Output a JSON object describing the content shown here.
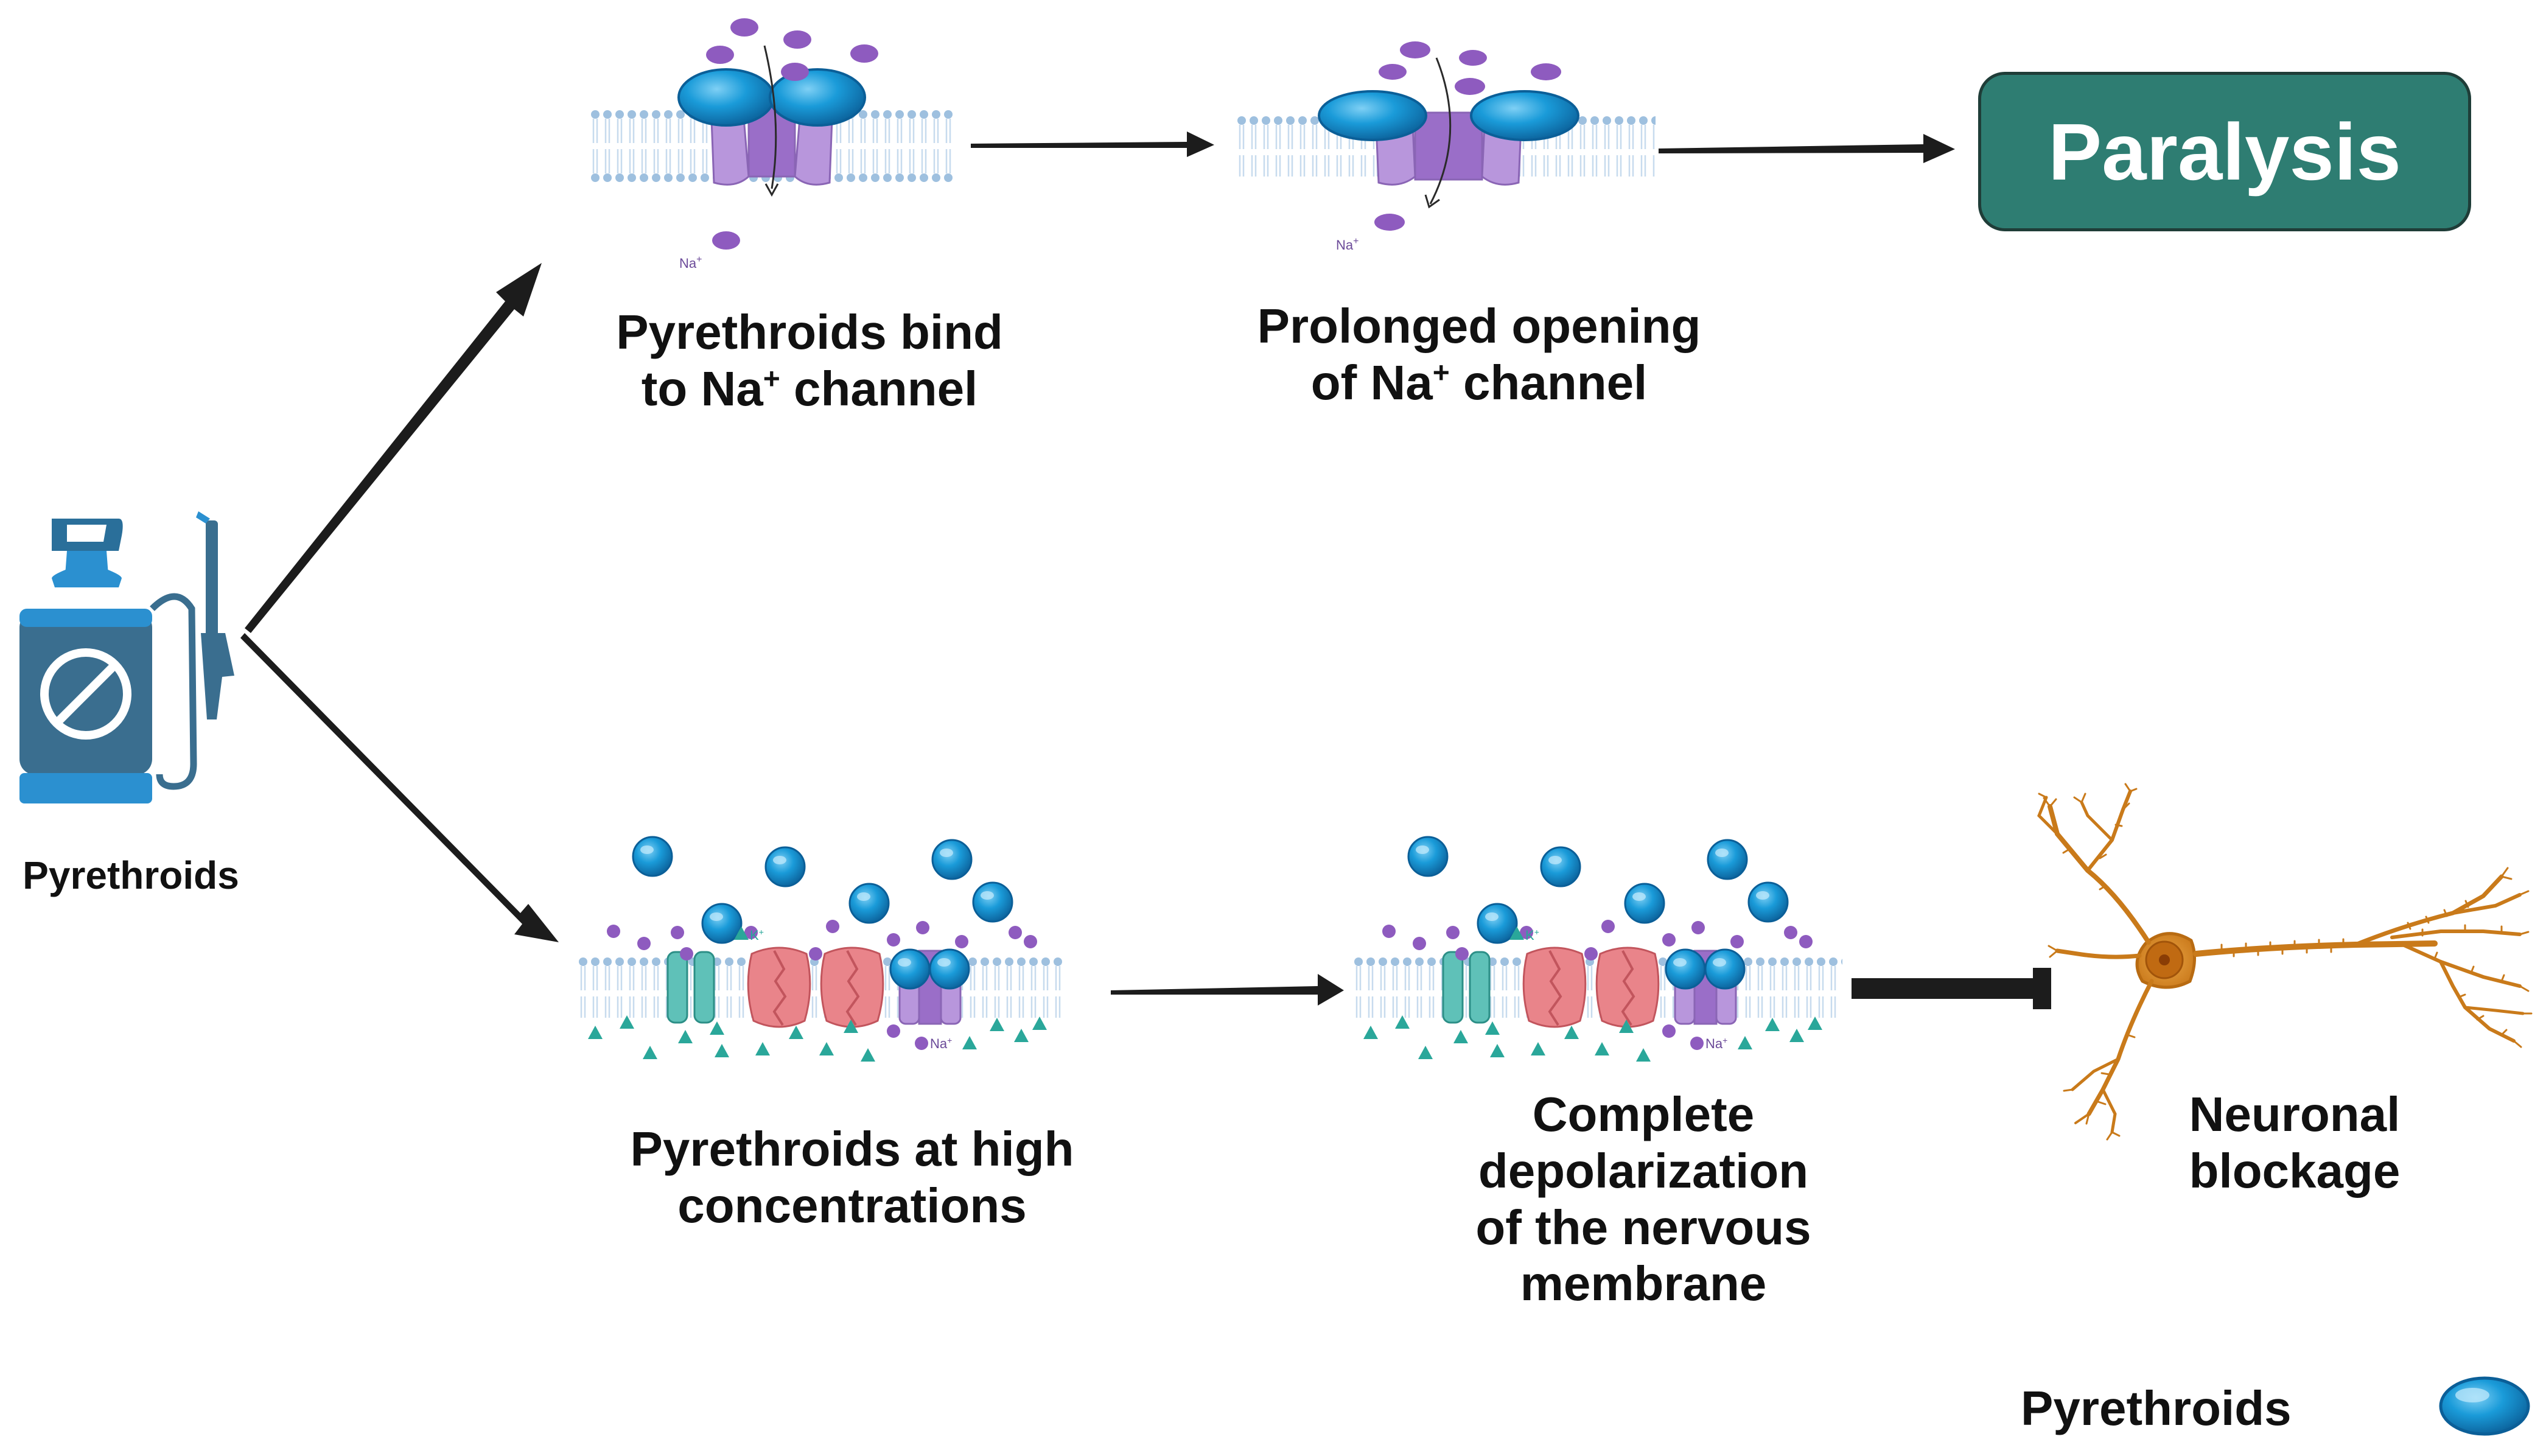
{
  "source": {
    "label": "Pyrethroids",
    "icon": "sprayer-icon"
  },
  "top_pathway": {
    "step1": {
      "line1": "Pyrethroids  bind",
      "line2_prefix": "to Na",
      "line2_sup": "+",
      "line2_suffix": " channel",
      "ion_label": "Na",
      "ion_sup": "+"
    },
    "step2": {
      "line1": "Prolonged opening",
      "line2_prefix": "of Na",
      "line2_sup": "+",
      "line2_suffix": " channel",
      "ion_label": "Na",
      "ion_sup": "+"
    },
    "outcome": {
      "label": "Paralysis"
    }
  },
  "bottom_pathway": {
    "step1": {
      "line1": "Pyrethroids at high",
      "line2": "concentrations",
      "k_label": "K",
      "k_sup": "+",
      "na_label": "Na",
      "na_sup": "+"
    },
    "step2": {
      "line1": "Complete",
      "line2": "depolarization",
      "line3": "of the nervous",
      "line4": "membrane",
      "k_label": "K",
      "k_sup": "+",
      "na_label": "Na",
      "na_sup": "+"
    },
    "outcome": {
      "line1": "Neuronal",
      "line2": "blockage"
    }
  },
  "legend": {
    "label": "Pyrethroids",
    "symbol": "pyrethroid-molecule-icon"
  },
  "colors": {
    "paralysis_box": "#2e7d72",
    "pyrethroid_blue": "#0f8fd0",
    "na_ion": "#8e5bbf",
    "channel_purple": "#b896dc",
    "k_channel": "#5fc1b8",
    "pump_pink": "#e9848a",
    "neuron": "#dd8f2a",
    "arrow": "#1c1c1c",
    "membrane": "#b9d3ea"
  }
}
